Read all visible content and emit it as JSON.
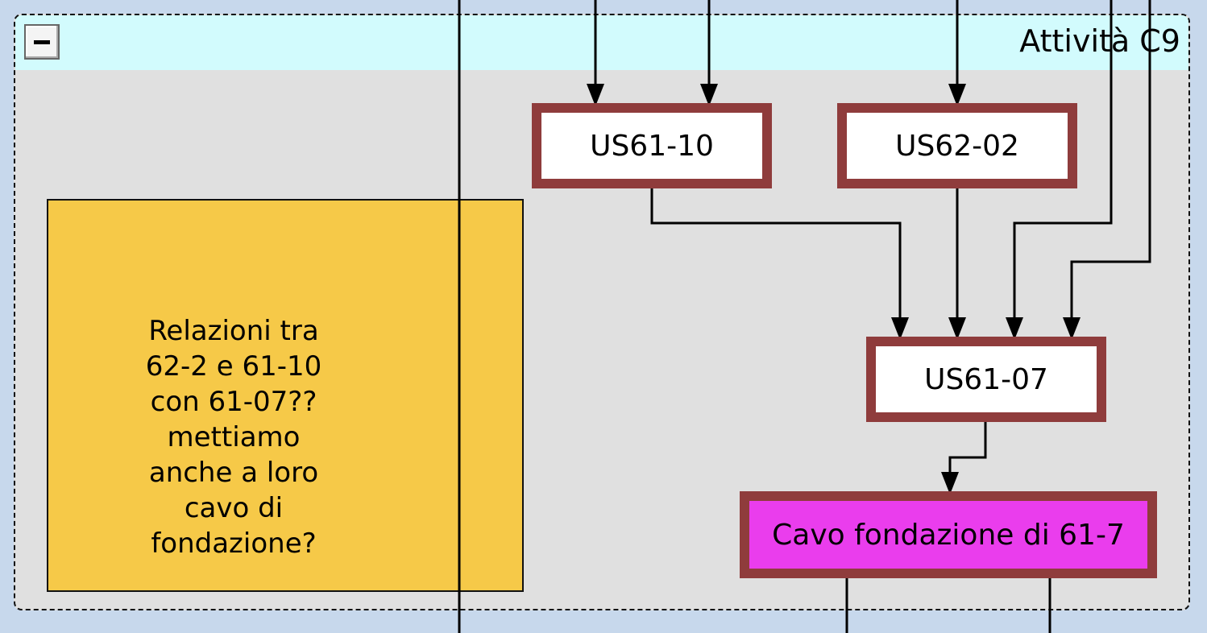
{
  "group": {
    "title": "Attività C9",
    "collapse_label": "−",
    "color_header": "#d2fbfd",
    "color_body": "#e0e0e0"
  },
  "note": {
    "text": "Relazioni tra 62-2 e 61-10 con 61-07?? mettiamo anche a loro cavo di fondazione?",
    "color": "#f6c948"
  },
  "nodes": [
    {
      "id": "US61-10",
      "label": "US61-10",
      "fill": "#ffffff",
      "border": "#8f3c3c"
    },
    {
      "id": "US62-02",
      "label": "US62-02",
      "fill": "#ffffff",
      "border": "#8f3c3c"
    },
    {
      "id": "US61-07",
      "label": "US61-07",
      "fill": "#ffffff",
      "border": "#8f3c3c"
    },
    {
      "id": "Cavo",
      "label": "Cavo fondazione di 61-7",
      "fill": "#ea3ded",
      "border": "#8f3c3c"
    }
  ],
  "edges": [
    {
      "from": "external",
      "to": "US61-10"
    },
    {
      "from": "external",
      "to": "US61-10"
    },
    {
      "from": "external",
      "to": "US62-02"
    },
    {
      "from": "US61-10",
      "to": "US61-07"
    },
    {
      "from": "US62-02",
      "to": "US61-07"
    },
    {
      "from": "external",
      "to": "US61-07"
    },
    {
      "from": "external",
      "to": "US61-07"
    },
    {
      "from": "US61-07",
      "to": "Cavo"
    },
    {
      "from": "Cavo",
      "to": "external"
    },
    {
      "from": "Cavo",
      "to": "external"
    }
  ]
}
